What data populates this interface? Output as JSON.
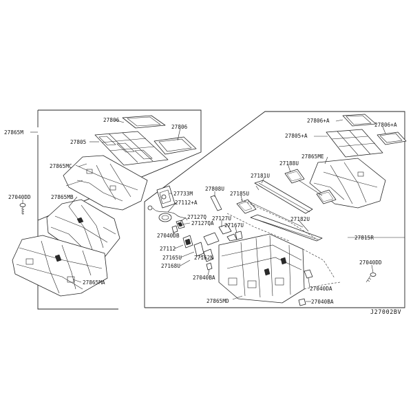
{
  "diagram": {
    "reference_code": "J27002BV",
    "left_group": {
      "labels": {
        "p27865M": "27865M",
        "p27806": "27806",
        "p27805": "27805",
        "p27806b": "27806",
        "p27865MC": "27865MC",
        "p27040DD": "27040DD",
        "p27865MB": "27865MB",
        "p27865MA": "27865MA"
      }
    },
    "right_group": {
      "labels": {
        "p27806A1": "27806+A",
        "p27806A2": "27806+A",
        "p27805A": "27805+A",
        "p27865ME": "27865ME",
        "p27188U": "27188U",
        "p27181U": "27181U",
        "p27733M": "27733M",
        "p27808U": "27808U",
        "p27185U": "27185U",
        "p27112A": "27112+A",
        "p27127Q": "27127Q",
        "p27127QA": "27127QA",
        "p27127U": "27127U",
        "p27182U": "27182U",
        "p27167U": "27167U",
        "p27040DB": "27040DB",
        "p27815R": "27815R",
        "p27112": "27112",
        "p27165U": "27165U",
        "p27162N": "27162N",
        "p27040DD": "27040DD",
        "p27168U": "27168U",
        "p27040BA1": "27040BA",
        "p27040DA": "27040DA",
        "p27865MD": "27865MD",
        "p27040BA2": "27040BA"
      }
    }
  }
}
